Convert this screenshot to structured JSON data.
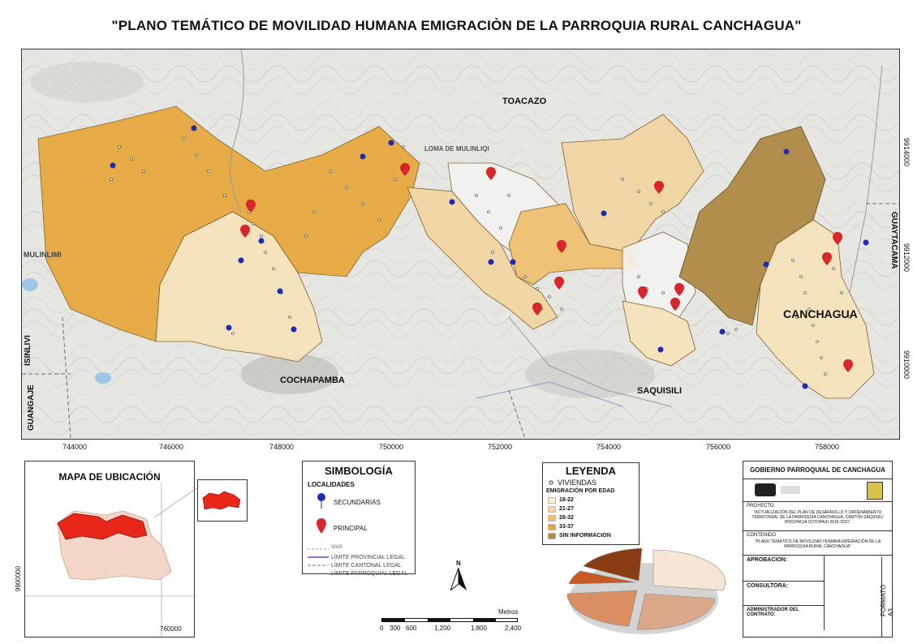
{
  "title": "\"PLANO TEMÁTICO DE MOVILIDAD HUMANA EMIGRACIÒN DE LA  PARROQUIA RURAL CANCHAGUA\"",
  "map": {
    "place_labels": [
      "TOACAZO",
      "LOMA DE MULINLIQI",
      "COCHAPAMBA",
      "SAQUISILI",
      "CANCHAGUA",
      "GUAYTACAMA",
      "ISINLIVI",
      "GUANGAJE",
      "MULINLIMI"
    ],
    "x_ticks": [
      "744000",
      "746000",
      "748000",
      "750000",
      "752000",
      "754000",
      "756000",
      "758000"
    ],
    "y_ticks": [
      "9914000",
      "9912000",
      "9910000"
    ],
    "colors": {
      "c18_22": "#f9edcf",
      "c21_27": "#f2d7a3",
      "c28_32": "#efc273",
      "c33_37": "#e8a83a",
      "sin_info": "#b08a45"
    }
  },
  "ubicacion": {
    "title": "MAPA DE UBICACIÓN",
    "x_tick": "760000",
    "y_tick": "9900000"
  },
  "simbologia": {
    "title": "SIMBOLOGÍA",
    "localidades": "LOCALIDADES",
    "secundarias": "SECUNDARIAS",
    "principal": "PRINCIPAL",
    "vias": "VIAS",
    "limite_provincial": "LÍMITE PROVINCIAL LEGAL",
    "limite_cantonal": "LÍMITE CANTONAL LEGAL",
    "limite_parroquial": "LÍMITE PARROQUIAL LEGAL"
  },
  "scale": {
    "unit": "Metros",
    "ticks": [
      "0",
      "300",
      "600",
      "1,200",
      "1,800",
      "2,400"
    ],
    "north": "N"
  },
  "leyenda": {
    "title": "LEYENDA",
    "viviendas": "VIVIENDAS",
    "subtitle": "EMIGRACIÓN POR EDAD",
    "classes": [
      "18-22",
      "21-27",
      "28-32",
      "33-37",
      "SIN INFORMACION"
    ]
  },
  "cartela": {
    "gobierno": "GOBIERNO PARROQUIAL DE CANCHAGUA",
    "proyecto_label": "PROYECTO",
    "proyecto": "\"ACTUALIZACIÓN DEL PLAN DE DESARROLLO Y ORDENAMIENTO TERRITORIAL DE LA PARROQUIA CANCHAGUA, CANTÓN SAQUISILÍ PROVINCIA COTOPAXI 2015-2021\"",
    "contenido_label": "CONTENIDO",
    "contenido": "\"PLANO TEMÁTICO DE MOVILIDAD HUMANA EMIGRACIÓN DE LA PARROQUIA RURAL CANCHAGUA\"",
    "aprobacion": "APROBACION:",
    "consultora": "CONSULTORA:",
    "administrador": "ADMINISTRADOR DEL CONTRATO:",
    "formato": "FORMATO A3"
  }
}
